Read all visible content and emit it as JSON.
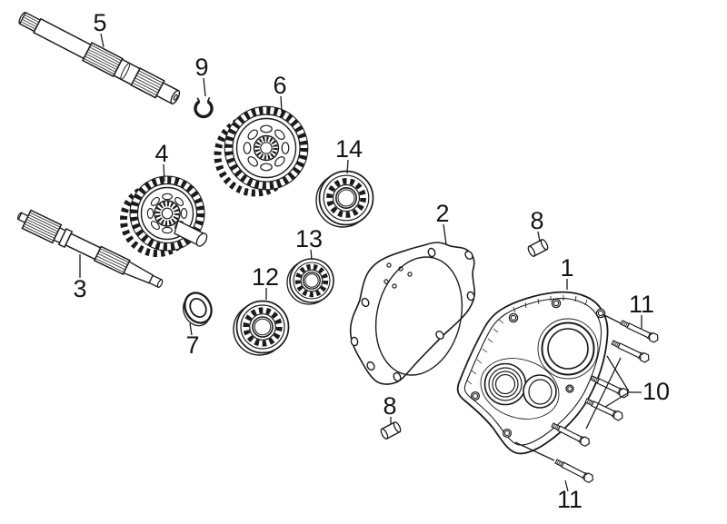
{
  "diagram": {
    "type": "exploded-parts-diagram",
    "background_color": "#ffffff",
    "line_color": "#1b1b1b",
    "callouts": {
      "c1": "1",
      "c2": "2",
      "c3": "3",
      "c4": "4",
      "c5": "5",
      "c6": "6",
      "c7": "7",
      "c8_top": "8",
      "c8_bottom": "8",
      "c9": "9",
      "c10": "10",
      "c11_top": "11",
      "c11_bottom": "11",
      "c12": "12",
      "c13": "13",
      "c14": "14"
    }
  }
}
